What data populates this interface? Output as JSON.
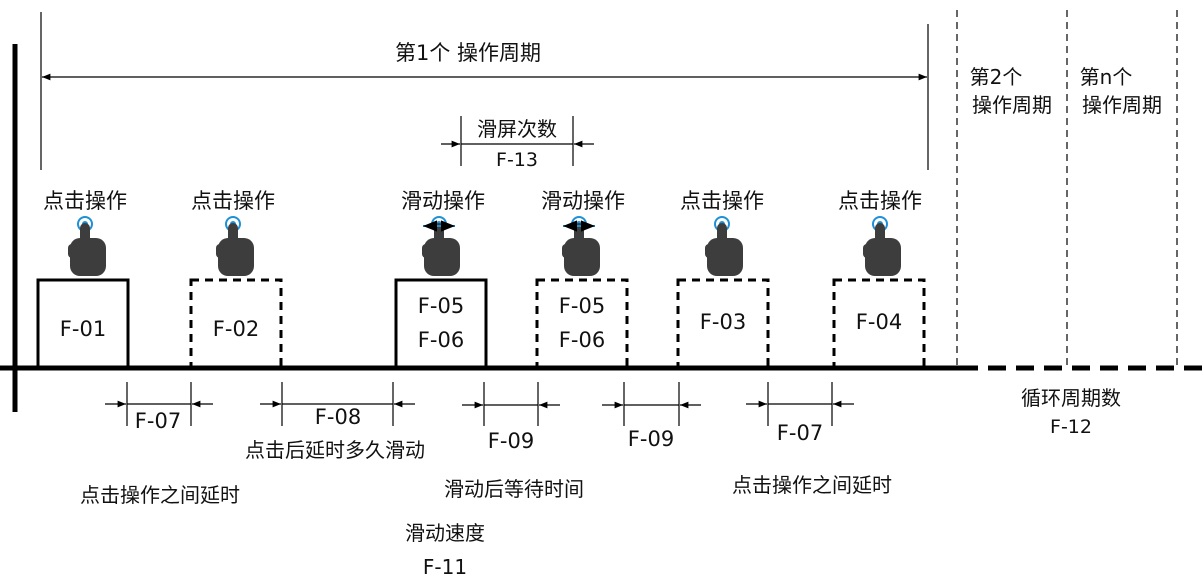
{
  "cycle1": {
    "title": "第1个 操作周期"
  },
  "cycle2": {
    "line1": "第2个",
    "line2": "操作周期"
  },
  "cyclen": {
    "line1": "第n个",
    "line2": "操作周期"
  },
  "swipe_count": {
    "label": "滑屏次数",
    "code": "F-13"
  },
  "ops": [
    {
      "label": "点击操作",
      "codes": [
        "F-01"
      ],
      "kind": "tap",
      "style": "solid"
    },
    {
      "label": "点击操作",
      "codes": [
        "F-02"
      ],
      "kind": "tap",
      "style": "dashed"
    },
    {
      "label": "滑动操作",
      "codes": [
        "F-05",
        "F-06"
      ],
      "kind": "swipe",
      "style": "solid"
    },
    {
      "label": "滑动操作",
      "codes": [
        "F-05",
        "F-06"
      ],
      "kind": "swipe",
      "style": "dashed"
    },
    {
      "label": "点击操作",
      "codes": [
        "F-03"
      ],
      "kind": "tap",
      "style": "dashed"
    },
    {
      "label": "点击操作",
      "codes": [
        "F-04"
      ],
      "kind": "tap",
      "style": "dashed"
    }
  ],
  "gaps": [
    {
      "code": "F-07"
    },
    {
      "code": "F-08"
    },
    {
      "code": "F-09"
    },
    {
      "code": "F-09"
    },
    {
      "code": "F-07"
    }
  ],
  "captions": {
    "tap_delay_left": "点击操作之间延时",
    "tap_then_swipe": "点击后延时多久滑动",
    "swipe_wait": "滑动后等待时间",
    "tap_delay_right": "点击操作之间延时",
    "swipe_speed": "滑动速度",
    "swipe_speed_code": "F-11",
    "loop_count": "循环周期数",
    "loop_count_code": "F-12"
  },
  "colors": {
    "line": "#000000",
    "hand": "#3d3d3d",
    "accent": "#1e90d6"
  }
}
